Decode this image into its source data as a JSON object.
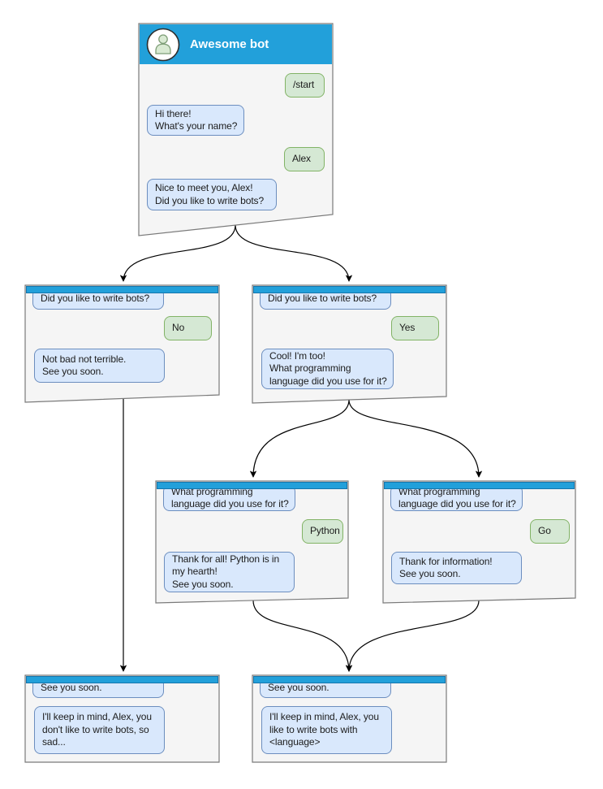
{
  "palette": {
    "header_blue": "#22a0da",
    "strip_border": "#1576ad",
    "box_fill": "#f5f5f5",
    "box_border": "#7a7a7a",
    "bot_fill": "#d9e8fc",
    "bot_border": "#6c8ebf",
    "user_fill": "#d5e8d4",
    "user_border": "#82b366",
    "arrow_color": "#000000",
    "title_color": "#ffffff",
    "text_color": "#1c1c1c",
    "avatar_fill": "#d9ead3",
    "avatar_stroke": "#7e9e77",
    "avatar_ring": "#2d2d2d"
  },
  "windows": {
    "root": {
      "title": "Awesome bot",
      "avatar_icon": "person-icon",
      "messages": [
        {
          "from": "user",
          "text": "/start"
        },
        {
          "from": "bot",
          "text": "Hi there!\nWhat's your name?"
        },
        {
          "from": "user",
          "text": "Alex"
        },
        {
          "from": "bot",
          "text": "Nice to meet you, Alex!\nDid you like to write bots?"
        }
      ]
    },
    "no_branch": {
      "messages": [
        {
          "from": "bot",
          "text": "Did you like to write bots?"
        },
        {
          "from": "user",
          "text": "No"
        },
        {
          "from": "bot",
          "text": "Not bad not terrible.\nSee you soon."
        }
      ]
    },
    "yes_branch": {
      "messages": [
        {
          "from": "bot",
          "text": "Did you like to write bots?"
        },
        {
          "from": "user",
          "text": "Yes"
        },
        {
          "from": "bot",
          "text": "Cool! I'm too!\nWhat programming\nlanguage did you use for it?"
        }
      ]
    },
    "python_branch": {
      "messages": [
        {
          "from": "bot",
          "text": "What programming\nlanguage did you use for it?"
        },
        {
          "from": "user",
          "text": "Python"
        },
        {
          "from": "bot",
          "text": "Thank for all! Python is in\nmy hearth!\nSee you soon."
        }
      ]
    },
    "go_branch": {
      "messages": [
        {
          "from": "bot",
          "text": "What programming\nlanguage did you use for it?"
        },
        {
          "from": "user",
          "text": "Go"
        },
        {
          "from": "bot",
          "text": "Thank for information!\nSee you soon."
        }
      ]
    },
    "end_no": {
      "messages": [
        {
          "from": "bot",
          "text": "See you soon."
        },
        {
          "from": "bot",
          "text": "I'll keep in mind, Alex, you\ndon't like to write bots, so\nsad..."
        }
      ]
    },
    "end_language": {
      "messages": [
        {
          "from": "bot",
          "text": "See you soon."
        },
        {
          "from": "bot",
          "text": "I'll keep in mind, Alex, you\nlike to write bots with\n<language>"
        }
      ]
    }
  },
  "diagram": {
    "connections": [
      {
        "from": "root",
        "to": "no_branch"
      },
      {
        "from": "root",
        "to": "yes_branch"
      },
      {
        "from": "no_branch",
        "to": "end_no"
      },
      {
        "from": "yes_branch",
        "to": "python_branch"
      },
      {
        "from": "yes_branch",
        "to": "go_branch"
      },
      {
        "from": "python_branch",
        "to": "end_language"
      },
      {
        "from": "go_branch",
        "to": "end_language"
      }
    ]
  }
}
